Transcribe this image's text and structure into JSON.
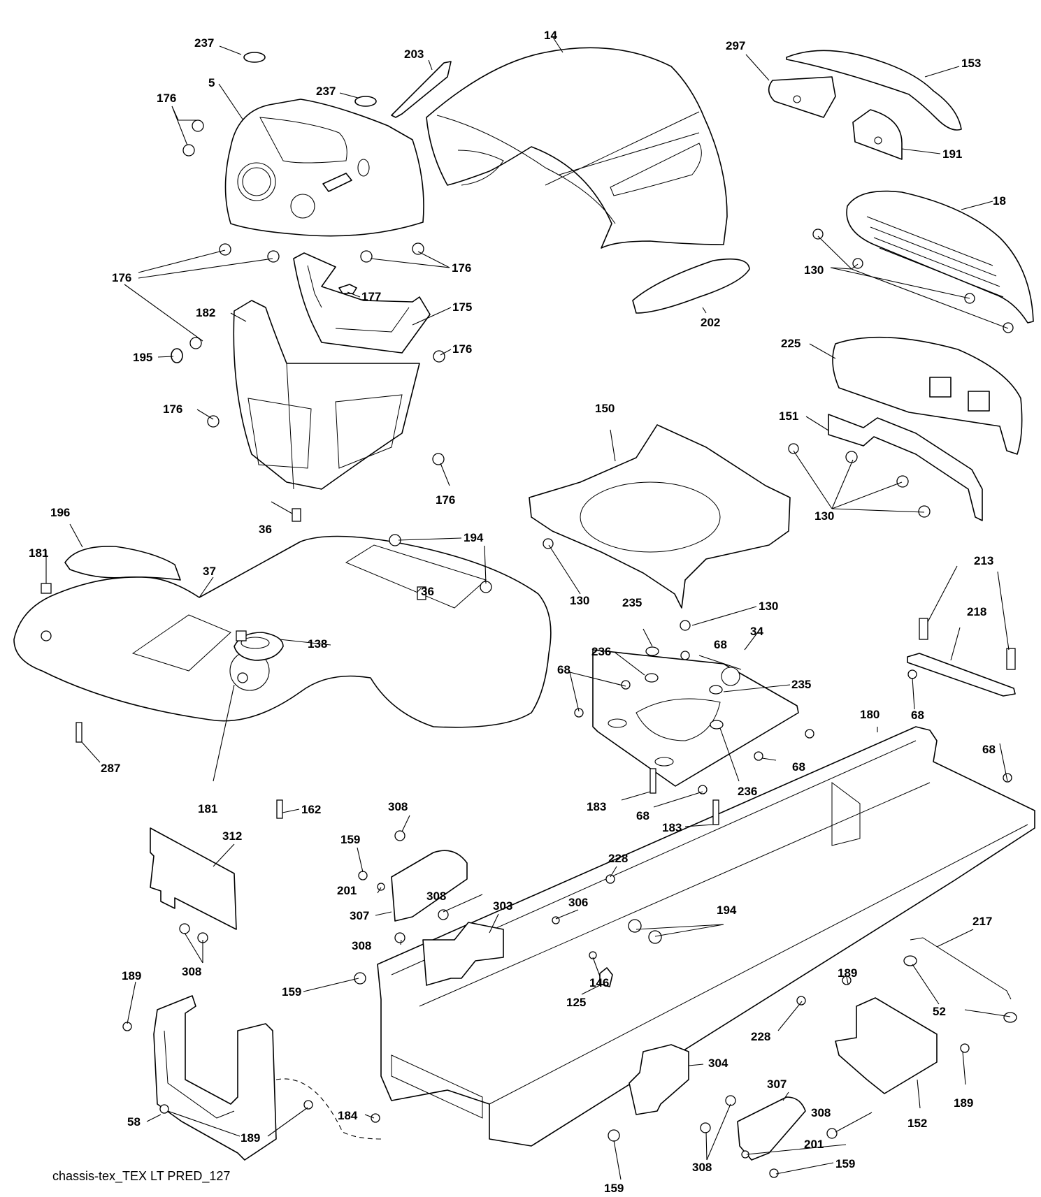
{
  "diagram": {
    "title": "Tractor chassis / hood exploded parts diagram",
    "caption": "chassis-tex_TEX LT PRED_127",
    "colors": {
      "line": "#000000",
      "background": "#ffffff"
    },
    "callouts": [
      {
        "id": "237a",
        "text": "237",
        "part": "plug"
      },
      {
        "id": "5",
        "text": "5",
        "part": "dash-panel"
      },
      {
        "id": "176a",
        "text": "176",
        "part": "screw"
      },
      {
        "id": "237b",
        "text": "237",
        "part": "plug"
      },
      {
        "id": "203",
        "text": "203",
        "part": "headlight-lens-left"
      },
      {
        "id": "14",
        "text": "14",
        "part": "hood"
      },
      {
        "id": "297",
        "text": "297",
        "part": "foam-block"
      },
      {
        "id": "153",
        "text": "153",
        "part": "hood-trim"
      },
      {
        "id": "191",
        "text": "191",
        "part": "foam-block"
      },
      {
        "id": "18",
        "text": "18",
        "part": "grille"
      },
      {
        "id": "130a",
        "text": "130",
        "part": "screw"
      },
      {
        "id": "176b",
        "text": "176",
        "part": "screw"
      },
      {
        "id": "176c",
        "text": "176",
        "part": "screw"
      },
      {
        "id": "177",
        "text": "177",
        "part": "clip"
      },
      {
        "id": "175",
        "text": "175",
        "part": "bracket"
      },
      {
        "id": "182",
        "text": "182",
        "part": "lower-dash"
      },
      {
        "id": "195",
        "text": "195",
        "part": "plug"
      },
      {
        "id": "176d",
        "text": "176",
        "part": "screw"
      },
      {
        "id": "176e",
        "text": "176",
        "part": "screw"
      },
      {
        "id": "176f",
        "text": "176",
        "part": "screw"
      },
      {
        "id": "202",
        "text": "202",
        "part": "headlight-lens-right"
      },
      {
        "id": "225",
        "text": "225",
        "part": "bumper"
      },
      {
        "id": "151",
        "text": "151",
        "part": "bumper-bracket"
      },
      {
        "id": "130b",
        "text": "130",
        "part": "screw"
      },
      {
        "id": "150",
        "text": "150",
        "part": "hood-support"
      },
      {
        "id": "130c",
        "text": "130",
        "part": "screw"
      },
      {
        "id": "130d",
        "text": "130",
        "part": "screw"
      },
      {
        "id": "196",
        "text": "196",
        "part": "lever-plate"
      },
      {
        "id": "181a",
        "text": "181",
        "part": "nut-clip"
      },
      {
        "id": "36a",
        "text": "36",
        "part": "bolt"
      },
      {
        "id": "194a",
        "text": "194",
        "part": "nut"
      },
      {
        "id": "37",
        "text": "37",
        "part": "fender"
      },
      {
        "id": "36b",
        "text": "36",
        "part": "bolt"
      },
      {
        "id": "138",
        "text": "138",
        "part": "fuel-neck-bezel"
      },
      {
        "id": "287",
        "text": "287",
        "part": "screw"
      },
      {
        "id": "181b",
        "text": "181",
        "part": "nut-clip"
      },
      {
        "id": "162",
        "text": "162",
        "part": "screw"
      },
      {
        "id": "235a",
        "text": "235",
        "part": "bushing"
      },
      {
        "id": "236a",
        "text": "236",
        "part": "spacer"
      },
      {
        "id": "68a",
        "text": "68",
        "part": "bolt"
      },
      {
        "id": "68b",
        "text": "68",
        "part": "bolt"
      },
      {
        "id": "34",
        "text": "34",
        "part": "seat-plate"
      },
      {
        "id": "235b",
        "text": "235",
        "part": "bushing"
      },
      {
        "id": "236b",
        "text": "236",
        "part": "spacer"
      },
      {
        "id": "68c",
        "text": "68",
        "part": "bolt"
      },
      {
        "id": "183a",
        "text": "183",
        "part": "bolt"
      },
      {
        "id": "68d",
        "text": "68",
        "part": "bolt"
      },
      {
        "id": "183b",
        "text": "183",
        "part": "bolt"
      },
      {
        "id": "213",
        "text": "213",
        "part": "bolt"
      },
      {
        "id": "218",
        "text": "218",
        "part": "strap"
      },
      {
        "id": "68e",
        "text": "68",
        "part": "bolt"
      },
      {
        "id": "68f",
        "text": "68",
        "part": "bolt"
      },
      {
        "id": "180",
        "text": "180",
        "part": "frame"
      },
      {
        "id": "312",
        "text": "312",
        "part": "shield"
      },
      {
        "id": "308a",
        "text": "308",
        "part": "bolt"
      },
      {
        "id": "159a",
        "text": "159",
        "part": "bolt"
      },
      {
        "id": "201a",
        "text": "201",
        "part": "washer"
      },
      {
        "id": "307a",
        "text": "307",
        "part": "decal-plate"
      },
      {
        "id": "308b",
        "text": "308",
        "part": "bolt"
      },
      {
        "id": "303",
        "text": "303",
        "part": "bracket"
      },
      {
        "id": "308c",
        "text": "308",
        "part": "bolt"
      },
      {
        "id": "308d",
        "text": "308",
        "part": "bolt"
      },
      {
        "id": "228a",
        "text": "228",
        "part": "fitting"
      },
      {
        "id": "306",
        "text": "306",
        "part": "nut"
      },
      {
        "id": "194b",
        "text": "194",
        "part": "nut"
      },
      {
        "id": "146",
        "text": "146",
        "part": "clip"
      },
      {
        "id": "125",
        "text": "125",
        "part": "clip"
      },
      {
        "id": "217",
        "text": "217",
        "part": "rod"
      },
      {
        "id": "189a",
        "text": "189",
        "part": "screw"
      },
      {
        "id": "52",
        "text": "52",
        "part": "nut"
      },
      {
        "id": "159b",
        "text": "159",
        "part": "bolt"
      },
      {
        "id": "228b",
        "text": "228",
        "part": "fitting"
      },
      {
        "id": "189b",
        "text": "189",
        "part": "screw"
      },
      {
        "id": "58",
        "text": "58",
        "part": "rear-bracket"
      },
      {
        "id": "189c",
        "text": "189",
        "part": "screw"
      },
      {
        "id": "184",
        "text": "184",
        "part": "plug"
      },
      {
        "id": "304",
        "text": "304",
        "part": "bracket"
      },
      {
        "id": "307b",
        "text": "307",
        "part": "decal-plate"
      },
      {
        "id": "308e",
        "text": "308",
        "part": "bolt"
      },
      {
        "id": "152",
        "text": "152",
        "part": "battery-tray"
      },
      {
        "id": "189d",
        "text": "189",
        "part": "screw"
      },
      {
        "id": "159c",
        "text": "159",
        "part": "bolt"
      },
      {
        "id": "308f",
        "text": "308",
        "part": "bolt"
      },
      {
        "id": "201b",
        "text": "201",
        "part": "washer"
      },
      {
        "id": "159d",
        "text": "159",
        "part": "bolt"
      }
    ]
  }
}
